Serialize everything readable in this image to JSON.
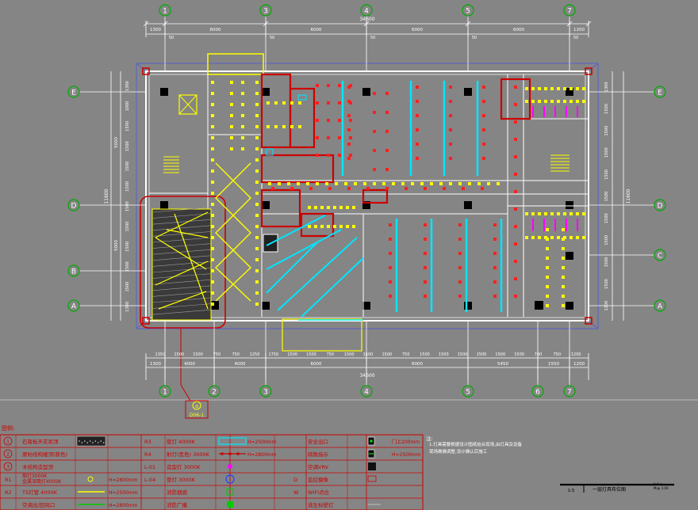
{
  "top_dims": {
    "total": "34600",
    "top_row": [
      "1300",
      "6000",
      "6000",
      "6000",
      "6000",
      "1200"
    ],
    "top_row_small": [
      "50",
      "50",
      "50",
      "50",
      "50"
    ]
  },
  "bottom_dims": {
    "total": "34600",
    "upper_row": [
      "1350",
      "1500",
      "1500",
      "750",
      "750",
      "1250",
      "1750",
      "1500",
      "1500",
      "750",
      "1500",
      "1500",
      "1500",
      "750",
      "1500",
      "1500",
      "1500",
      "1500",
      "1500",
      "1500",
      "700",
      "750",
      "1200"
    ],
    "lower_row": [
      "1300",
      "4000",
      "4000",
      "6000",
      "6000",
      "5450",
      "1550",
      "1200"
    ]
  },
  "grid_axes_top": [
    "1",
    "3",
    "4",
    "5",
    "7"
  ],
  "grid_axes_bottom": [
    "1",
    "2",
    "3",
    "4",
    "5",
    "6",
    "7"
  ],
  "grid_axes_left": [
    "E",
    "D",
    "B",
    "A"
  ],
  "grid_axes_right": [
    "E",
    "D",
    "C",
    "A"
  ],
  "side_dims": {
    "left_total": "11600",
    "right_total": "11600",
    "left_inner": "5000",
    "left_inner2": "5000",
    "left_rows": [
      "1300",
      "1000",
      "1500",
      "1500",
      "1500",
      "1500",
      "1500",
      "1500",
      "1500",
      "1500",
      "1500",
      "1300"
    ],
    "right_rows": [
      "1300",
      "1500",
      "1500",
      "1500",
      "1500",
      "1500",
      "1500",
      "1500",
      "1500",
      "1500",
      "1300"
    ]
  },
  "detail_tag": {
    "letter": "a",
    "code": "D06-1"
  },
  "legend": {
    "title": "图例:",
    "rows": [
      {
        "c1_sym": "1",
        "c1_text": "石膏板天花吊顶",
        "c2_code": "R3",
        "c2_text": "壁灯 4000K",
        "c3_text": "H=2500mm",
        "c4_text": "安全出口",
        "c5_text": "门上200mm"
      },
      {
        "c1_sym": "2",
        "c1_text": "原始结构楼顶(原色)",
        "c2_code": "R4",
        "c2_text": "射灯(黑色) 3000K",
        "c3_text": "H=2800mm",
        "c4_text": "疏散指示",
        "c5_text": "H=2500mm"
      },
      {
        "c1_sym": "3",
        "c1_text": "木结构造型顶",
        "c2_code": "L-01",
        "c2_text": "造型灯 3000K",
        "c3_text": "",
        "c4_text": "空调VRV",
        "c5_text": ""
      },
      {
        "c1_code": "R1",
        "c1_text": "筒灯3000K",
        "c1_text2": "金属深筒灯4000K",
        "c1_h": "H=2800mm",
        "c2_code": "L-04",
        "c2_text": "管灯 3000K",
        "c3_text": "",
        "c4_sym": "D",
        "c4_text": "监控摄像",
        "c5_text": ""
      },
      {
        "c1_code": "R2",
        "c1_text": "T5灯管 4000K",
        "c1_h": "H=2500mm",
        "c2_text": "消防烟感",
        "c3_text": "",
        "c4_sym": "W",
        "c4_text": "WIFI点位",
        "c5_text": ""
      },
      {
        "c1_text": "空调出/回风口",
        "c1_h": "H=2800mm",
        "c2_text": "消防广播",
        "c3_text": "",
        "c4_text": "逃生标壁灯",
        "c5_text": ""
      }
    ]
  },
  "notes": {
    "label": "注:",
    "lines": [
      "1.灯具需要根据设计图纸结合现场,由灯具及设备",
      "现场做确调整,设计确认后施工"
    ]
  },
  "title_block": {
    "scale": "1:5",
    "title": "一层灯具布位图",
    "small_a": "0-0 m",
    "small_b": "Map 1:00"
  },
  "colors": {
    "background": "#858585",
    "line_white": "#ffffff",
    "wall_red": "#cc0000",
    "fixture_yellow": "#ffff00",
    "linear_cyan": "#00e5ff",
    "light_red": "#ff2020",
    "axis_green": "#00aa00",
    "outline_blue": "#5560d0",
    "vrv_magenta": "#ff00ff"
  }
}
